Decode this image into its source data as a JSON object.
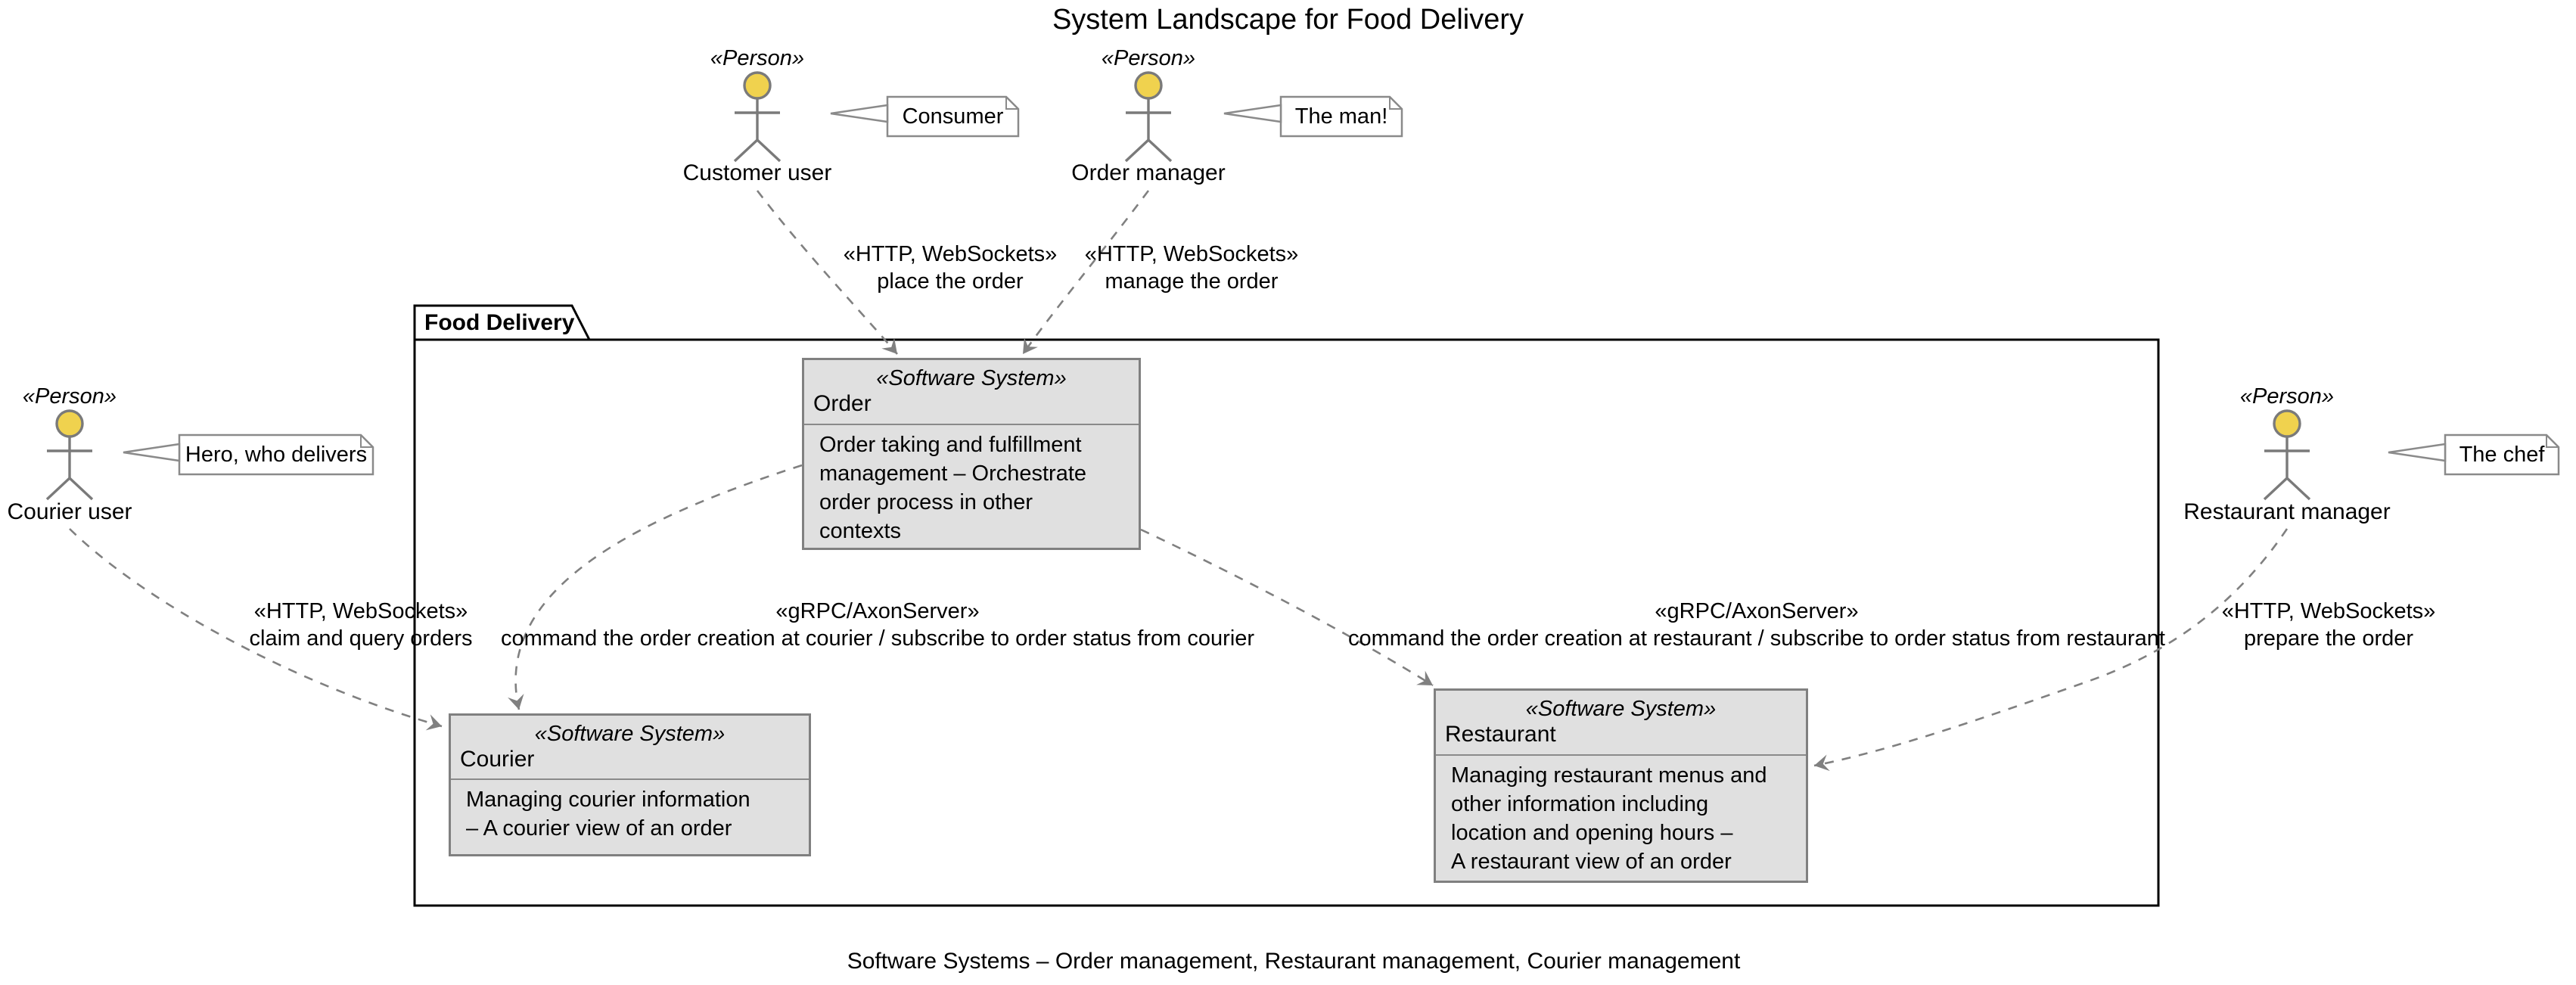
{
  "title": "System Landscape for Food Delivery",
  "caption": "Software Systems – Order management, Restaurant management, Courier management",
  "frame": {
    "label": "Food Delivery"
  },
  "actors": {
    "customer": {
      "stereotype": "«Person»",
      "name": "Customer user",
      "note": "Consumer"
    },
    "order_manager": {
      "stereotype": "«Person»",
      "name": "Order manager",
      "note": "The man!"
    },
    "courier_user": {
      "stereotype": "«Person»",
      "name": "Courier user",
      "note": "Hero, who delivers"
    },
    "restaurant_manager": {
      "stereotype": "«Person»",
      "name": "Restaurant manager",
      "note": "The chef"
    }
  },
  "systems": {
    "order": {
      "stereotype": "«Software System»",
      "name": "Order",
      "description_lines": [
        "Order taking and fulfillment",
        "management – Orchestrate",
        "order process in other",
        "contexts"
      ]
    },
    "courier": {
      "stereotype": "«Software System»",
      "name": "Courier",
      "description_lines": [
        "Managing courier information",
        "– A courier view of an order"
      ]
    },
    "restaurant": {
      "stereotype": "«Software System»",
      "name": "Restaurant",
      "description_lines": [
        "Managing restaurant menus and",
        "other information including",
        "location and opening hours –",
        "A restaurant view of an order"
      ]
    }
  },
  "relations": {
    "place_order": {
      "stereotype": "«HTTP, WebSockets»",
      "label": "place the order"
    },
    "manage_order": {
      "stereotype": "«HTTP, WebSockets»",
      "label": "manage the order"
    },
    "claim_orders": {
      "stereotype": "«HTTP, WebSockets»",
      "label": "claim and query orders"
    },
    "order_courier": {
      "stereotype": "«gRPC/AxonServer»",
      "label": "command the order creation at courier / subscribe to order status from courier"
    },
    "order_restaurant": {
      "stereotype": "«gRPC/AxonServer»",
      "label": "command the order creation at restaurant / subscribe to order status from restaurant"
    },
    "prepare_order": {
      "stereotype": "«HTTP, WebSockets»",
      "label": "prepare the order"
    }
  },
  "colors": {
    "actor_head": "#F0D24E",
    "shape_border": "#808080",
    "box_fill": "#E0E0E0",
    "frame_border": "#000000",
    "connector": "#808080",
    "text": "#000000"
  }
}
